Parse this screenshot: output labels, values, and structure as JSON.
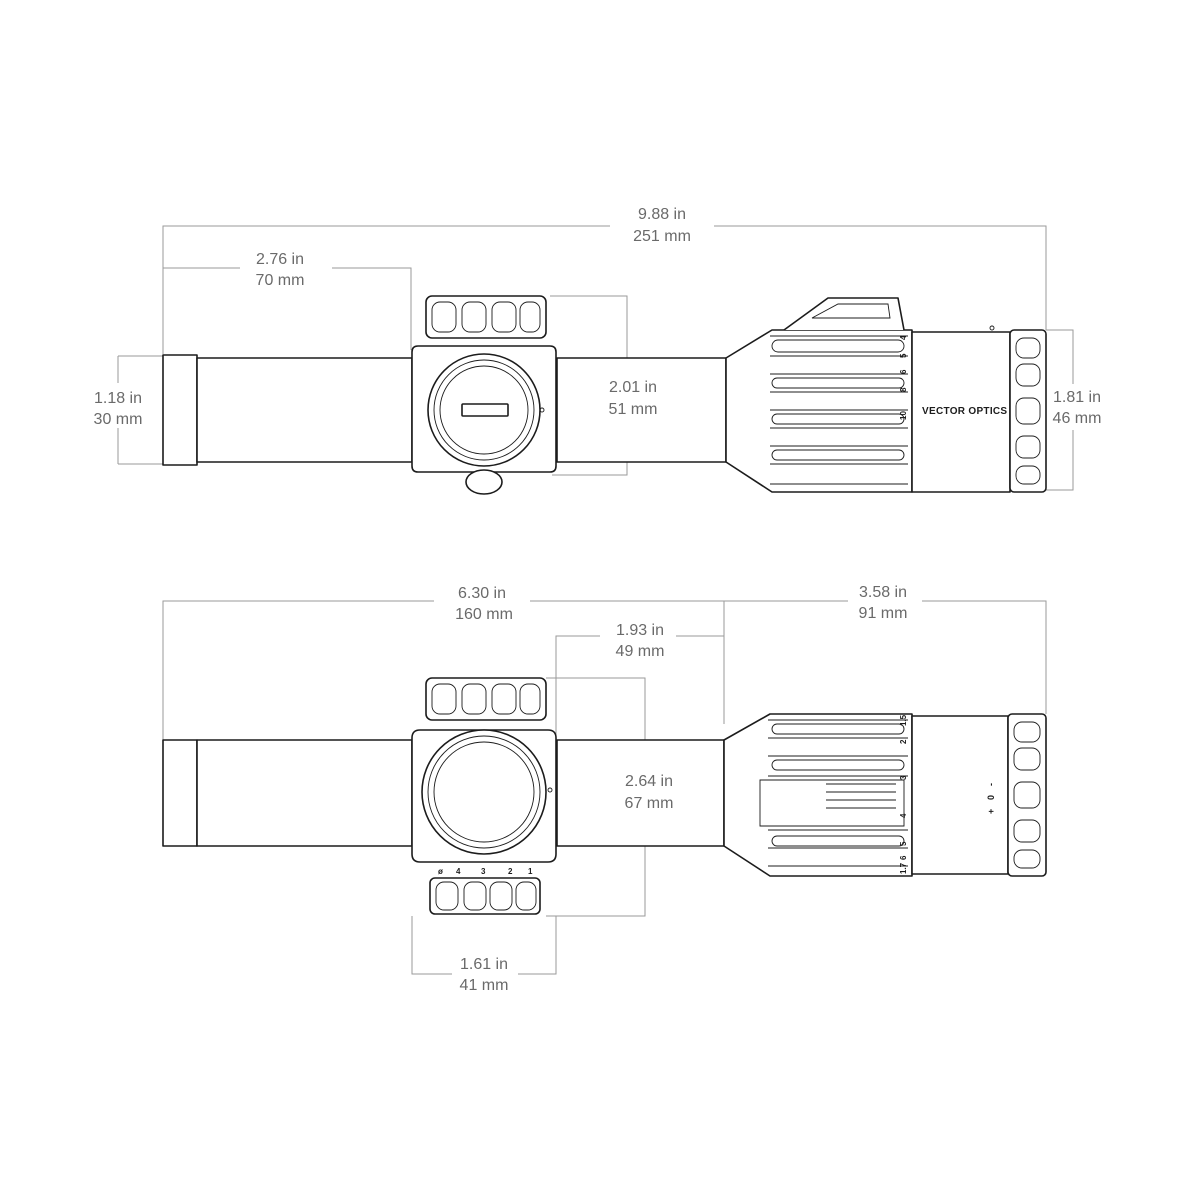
{
  "top_view": {
    "overall_length": {
      "in": "9.88 in",
      "mm": "251 mm"
    },
    "turret_offset": {
      "in": "2.76 in",
      "mm": "70 mm"
    },
    "eyepiece_diameter": {
      "in": "1.18 in",
      "mm": "30 mm"
    },
    "turret_height": {
      "in": "2.01 in",
      "mm": "51 mm"
    },
    "objective_diameter": {
      "in": "1.81 in",
      "mm": "46 mm"
    },
    "brand_text": "VECTOR OPTICS",
    "zoom_marks": [
      "4",
      "5",
      "6",
      "8",
      "10"
    ]
  },
  "side_view": {
    "rear_length": {
      "in": "6.30 in",
      "mm": "160  mm"
    },
    "front_length": {
      "in": "3.58 in",
      "mm": "91 mm"
    },
    "turret_to_tube": {
      "in": "1.93 in",
      "mm": "49 mm"
    },
    "turret_span": {
      "in": "2.64 in",
      "mm": "67 mm"
    },
    "turret_width": {
      "in": "1.61 in",
      "mm": "41 mm"
    },
    "illumination_marks": [
      "ø",
      "4",
      "3",
      "2",
      "1"
    ],
    "zoom_marks": [
      "1.5",
      "2",
      "3",
      "4",
      "5",
      "6",
      "1.7"
    ],
    "diopter_marks": [
      "+",
      "0",
      "-"
    ]
  },
  "colors": {
    "outline": "#1c1c1c",
    "dimension": "#9a9a9a",
    "dimension_text": "#6a6a6a"
  }
}
